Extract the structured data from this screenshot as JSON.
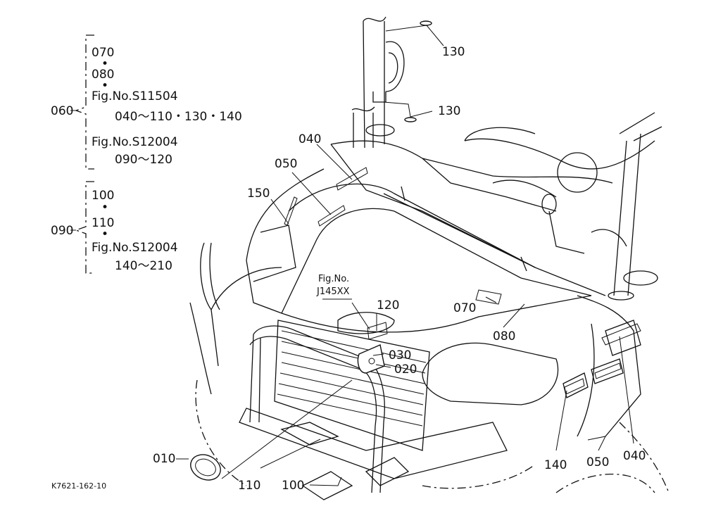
{
  "legend": {
    "g060": {
      "id": "060",
      "items": [
        "070",
        "080"
      ],
      "fig1": "Fig.No.S11504",
      "fig1_range": "040〜110・130・140",
      "fig2": "Fig.No.S12004",
      "fig2_range": "090〜120"
    },
    "g090": {
      "id": "090",
      "items": [
        "100",
        "110"
      ],
      "fig": "Fig.No.S12004",
      "fig_range": "140〜210"
    },
    "dot": "•"
  },
  "figref": {
    "line1": "Fig.No.",
    "line2": "J145XX"
  },
  "callouts": {
    "c130a": "130",
    "c130b": "130",
    "c040a": "040",
    "c050a": "050",
    "c150": "150",
    "c120": "120",
    "c070": "070",
    "c080": "080",
    "c030": "030",
    "c020": "020",
    "c010": "010",
    "c110": "110",
    "c100": "100",
    "c140": "140",
    "c050b": "050",
    "c040b": "040"
  },
  "drawing_code": "K7621-162-10"
}
